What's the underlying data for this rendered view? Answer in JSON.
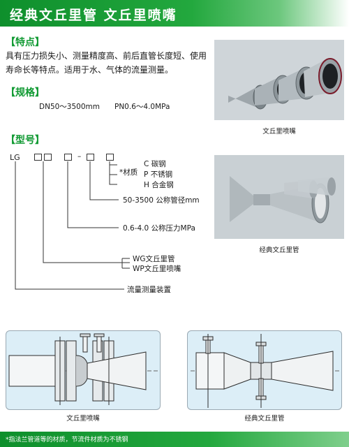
{
  "header": {
    "title": "经典文丘里管  文丘里喷嘴"
  },
  "features": {
    "heading": "【特点】",
    "line1": "具有压力损失小、测量精度高、前后直管长度短、使用",
    "line2": "寿命长等特点。适用于水、气体的流量测量。"
  },
  "specs": {
    "heading": "【规格】",
    "size_range": "DN50～3500mm",
    "pressure_range": "PN0.6～4.0MPa"
  },
  "model": {
    "heading": "【型号】",
    "prefix": "LG",
    "dash": "–",
    "material_label": "*材质",
    "materials": [
      {
        "code": "C",
        "name": "碳钢"
      },
      {
        "code": "P",
        "name": "不锈钢"
      },
      {
        "code": "H",
        "name": "合金钢"
      }
    ],
    "diameter": "50-3500  公称管径mm",
    "pressure": "0.6-4.0  公称压力MPa",
    "types": [
      "WG文丘里管",
      "WP文丘里喷嘴"
    ],
    "device": "流量测量装置"
  },
  "photos": {
    "top_caption": "文丘里喷嘴",
    "bottom_caption": "经典文丘里管"
  },
  "diagrams": {
    "left_caption": "文丘里喷嘴",
    "right_caption": "经典文丘里管"
  },
  "footer": {
    "note": "*指法兰管道等的材质，节流件材质为不锈钢"
  },
  "colors": {
    "brand_green": "#119a33",
    "diagram_bg": "#dceef7"
  }
}
